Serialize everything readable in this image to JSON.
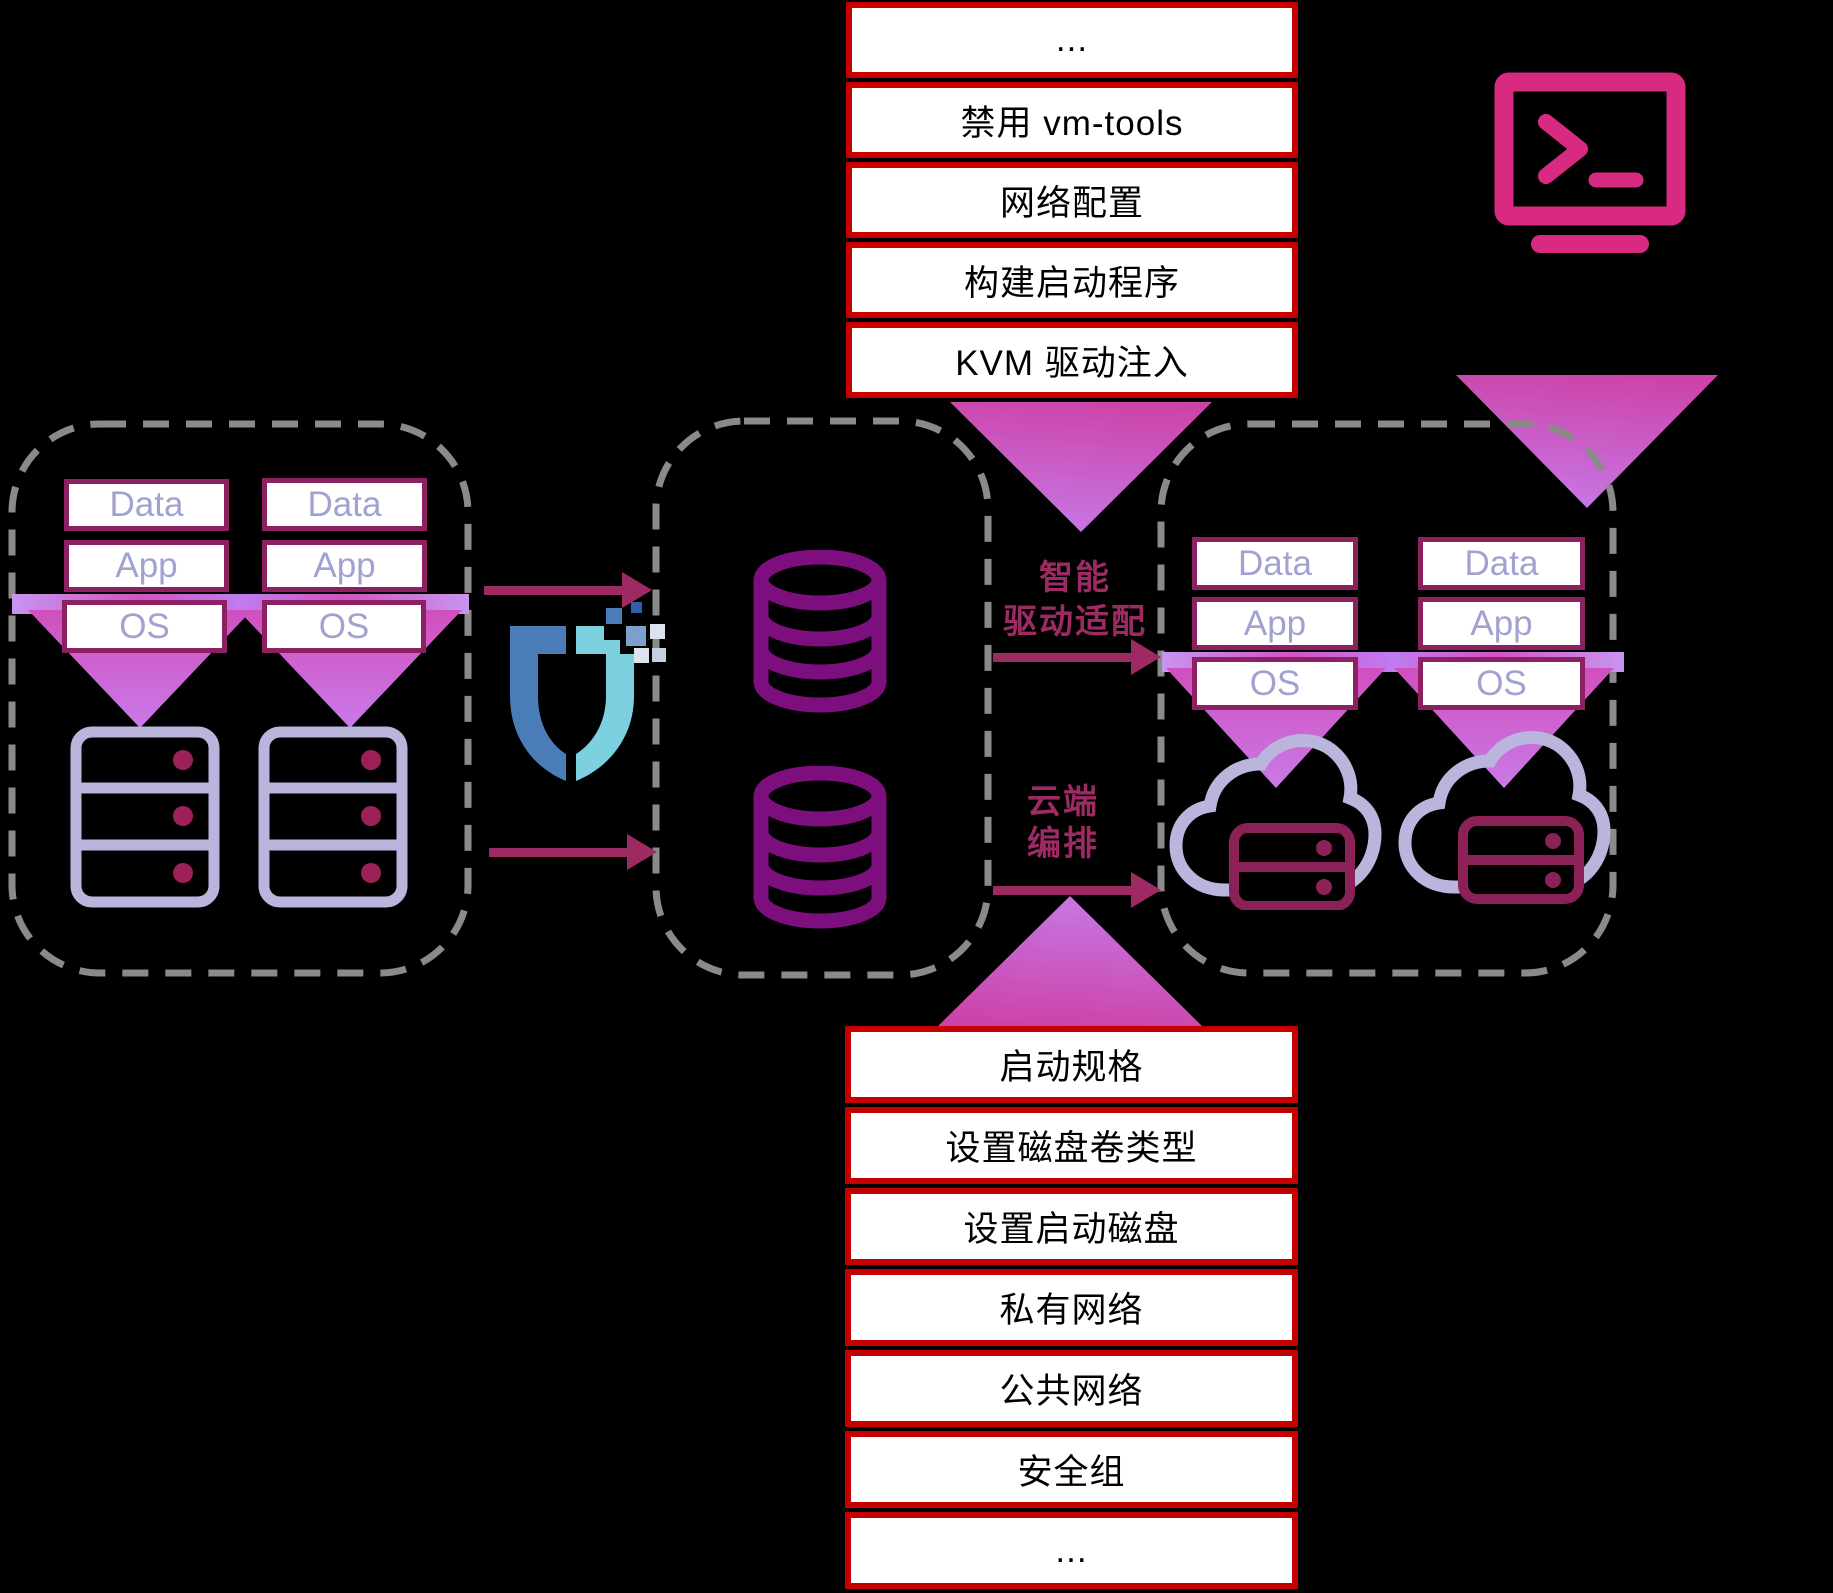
{
  "top_checklist": {
    "rows": [
      "...",
      "禁用 vm-tools",
      "网络配置",
      "构建启动程序",
      "KVM 驱动注入"
    ]
  },
  "bottom_checklist": {
    "rows": [
      "启动规格",
      "设置磁盘卷类型",
      "设置启动磁盘",
      "私有网络",
      "公共网络",
      "安全组",
      "..."
    ]
  },
  "source_group": {
    "stack1": [
      "Data",
      "App",
      "OS"
    ],
    "stack2": [
      "Data",
      "App",
      "OS"
    ]
  },
  "target_group": {
    "stack1": [
      "Data",
      "App",
      "OS"
    ],
    "stack2": [
      "Data",
      "App",
      "OS"
    ]
  },
  "flow": {
    "smart_driver_line1": "智能",
    "smart_driver_line2": "驱动适配",
    "cloud_orch_line1": "云端",
    "cloud_orch_line2": "编排"
  },
  "colors": {
    "table_border_red": "#c40000",
    "terminal_pink": "#d92a82",
    "raspberry_accent": "#9e2a63",
    "layer_border": "#8d2060",
    "layer_text_lavender": "#a2a2d0",
    "db_purple": "#7c0e7e",
    "server_lavender": "#b9b5dc",
    "cloud_server_magenta": "#8c2158",
    "shield_blue": "#4a7db8",
    "shield_cyan": "#7dd0e0",
    "dashed_gray": "#8a8a8a",
    "funnel_pink": "#cc43a8",
    "funnel_purple": "#c778e6"
  }
}
